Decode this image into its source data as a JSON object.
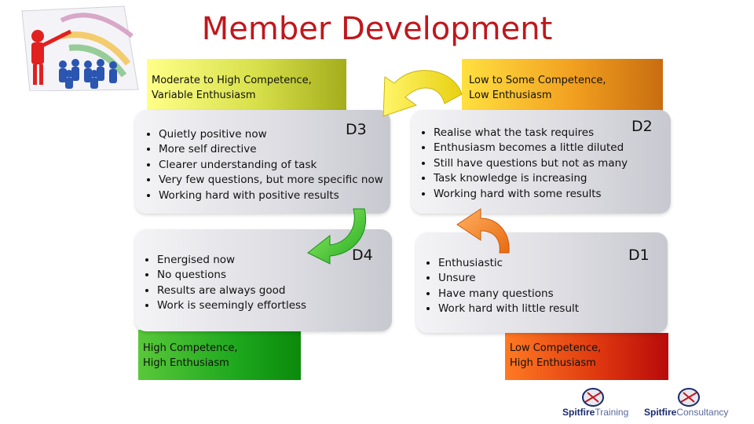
{
  "title": "Member Development",
  "stages": {
    "d3": {
      "tag": "D3",
      "label_line1": "Moderate to High Competence,",
      "label_line2": "Variable Enthusiasm",
      "items": [
        "Quietly positive now",
        "More self directive",
        "Clearer understanding of task",
        "Very few questions, but more specific now",
        "Working hard with positive results"
      ]
    },
    "d2": {
      "tag": "D2",
      "label_line1": "Low to Some Competence,",
      "label_line2": "Low Enthusiasm",
      "items": [
        "Realise what the task requires",
        "Enthusiasm becomes a little diluted",
        "Still have questions but not as many",
        "Task knowledge is increasing",
        "Working hard with some results"
      ]
    },
    "d4": {
      "tag": "D4",
      "label_line1": "High Competence,",
      "label_line2": "High Enthusiasm",
      "items": [
        "Energised now",
        "No questions",
        "Results are always good",
        "Work is seemingly effortless"
      ]
    },
    "d1": {
      "tag": "D1",
      "label_line1": "Low Competence,",
      "label_line2": "High Enthusiasm",
      "items": [
        "Enthusiastic",
        "Unsure",
        "Have many questions",
        "Work hard with little result"
      ]
    }
  },
  "footer": {
    "logo1_a": "Spitfire",
    "logo1_b": "Training",
    "logo2_a": "Spitfire",
    "logo2_b": "Consultancy"
  },
  "colors": {
    "title": "#c0171c",
    "arrow_yellow": "#f3e020",
    "arrow_green": "#33c21a",
    "arrow_orange": "#f08a1a"
  },
  "icons": [
    "leadership-illustration",
    "curved-arrow-icon",
    "spitfire-logo-icon"
  ]
}
